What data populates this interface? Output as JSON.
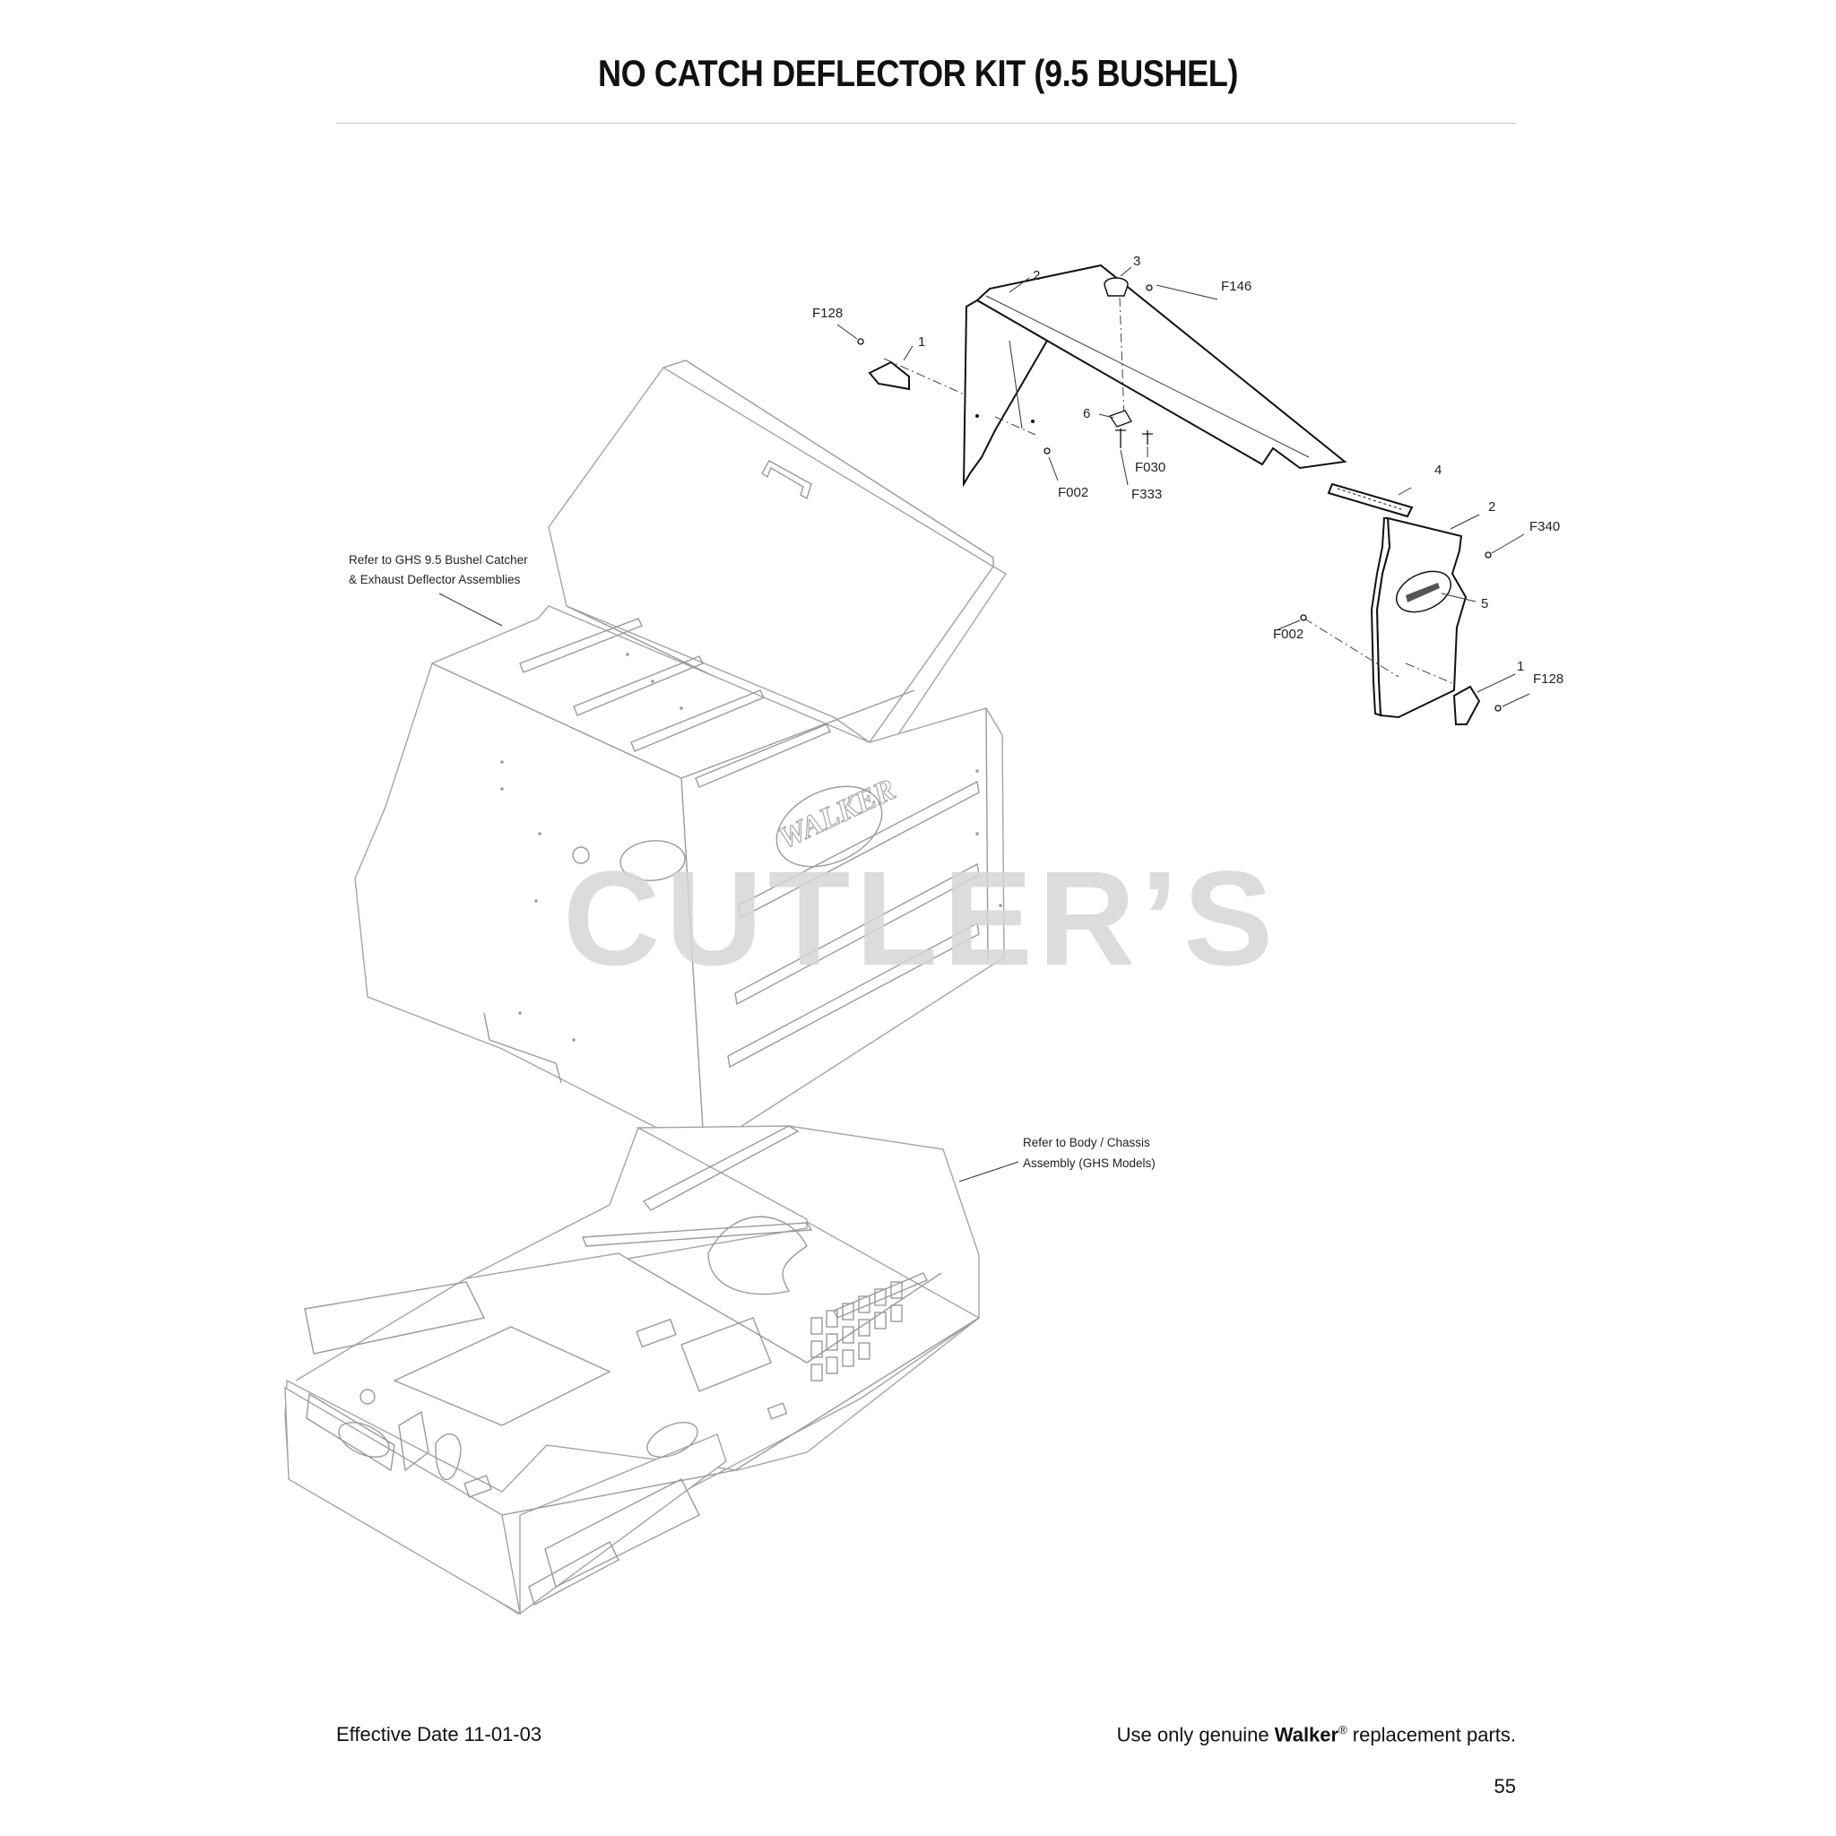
{
  "header": {
    "title": "NO CATCH DEFLECTOR KIT (9.5 BUSHEL)"
  },
  "diagram": {
    "callouts": {
      "c_f128_top": "F128",
      "c_1_top": "1",
      "c_2_top": "2",
      "c_3": "3",
      "c_f146": "F146",
      "c_6": "6",
      "c_f030": "F030",
      "c_f002_top": "F002",
      "c_f333": "F333",
      "c_4": "4",
      "c_2_right": "2",
      "c_f340": "F340",
      "c_5": "5",
      "c_f002_right": "F002",
      "c_1_right": "1",
      "c_f128_right": "F128"
    },
    "notes": {
      "catcher_line1": "Refer to GHS 9.5 Bushel Catcher",
      "catcher_line2": "& Exhaust Deflector Assemblies",
      "chassis_line1": "Refer to Body / Chassis",
      "chassis_line2": "Assembly (GHS Models)"
    },
    "logo_text": "WALKER",
    "watermark": "CUTLER’S"
  },
  "footer": {
    "effective_date": "Effective Date 11-01-03",
    "notice_prefix": "Use only genuine ",
    "notice_brand": "Walker",
    "notice_registered": "®",
    "notice_suffix": " replacement parts.",
    "page_number": "55"
  }
}
